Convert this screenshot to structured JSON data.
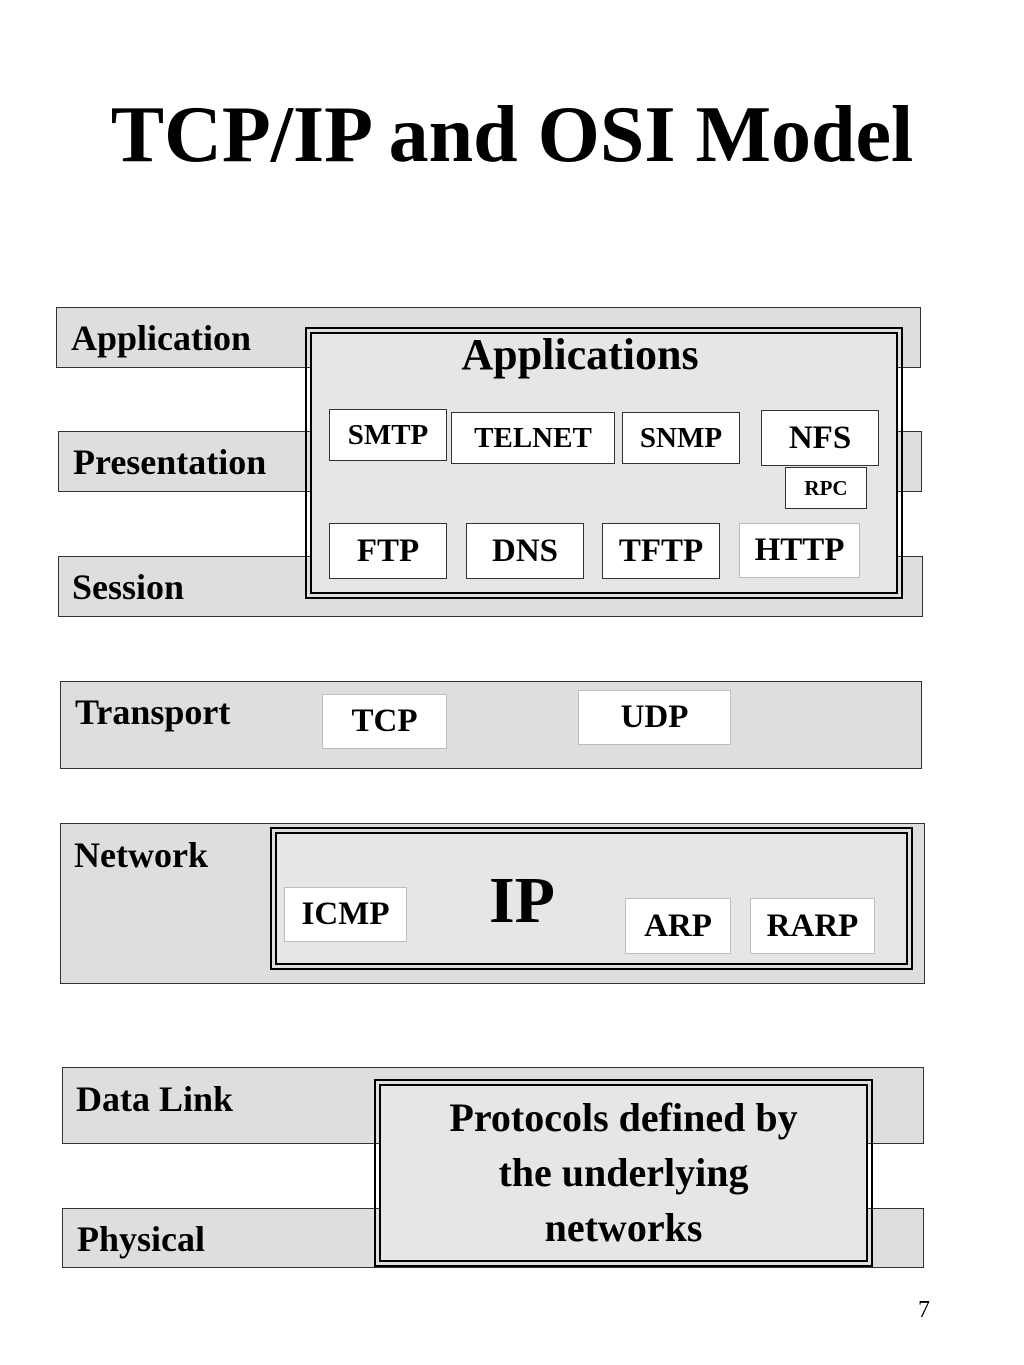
{
  "title": "TCP/IP and OSI Model",
  "osi_layers": {
    "application": "Application",
    "presentation": "Presentation",
    "session": "Session",
    "transport": "Transport",
    "network": "Network",
    "data_link": "Data Link",
    "physical": "Physical"
  },
  "applications": {
    "heading": "Applications",
    "smtp": "SMTP",
    "telnet": "TELNET",
    "snmp": "SNMP",
    "nfs": "NFS",
    "rpc": "RPC",
    "ftp": "FTP",
    "dns": "DNS",
    "tftp": "TFTP",
    "http": "HTTP"
  },
  "transport": {
    "tcp": "TCP",
    "udp": "UDP"
  },
  "network": {
    "ip": "IP",
    "icmp": "ICMP",
    "arp": "ARP",
    "rarp": "RARP"
  },
  "lower_layers_note": {
    "line1": "Protocols defined by",
    "line2": "the underlying",
    "line3": "networks"
  },
  "page_number": "7"
}
